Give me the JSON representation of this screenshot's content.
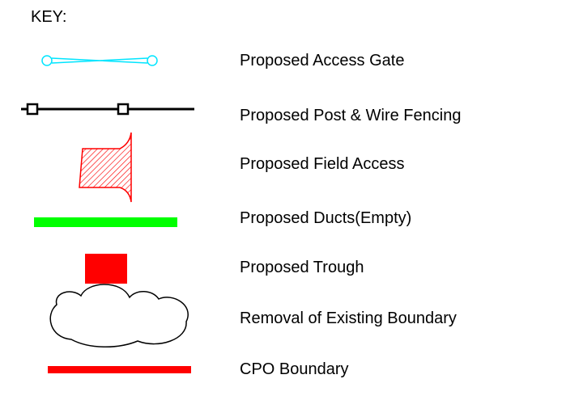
{
  "key": {
    "title": "KEY:",
    "items": [
      {
        "symbol": "access-gate-symbol",
        "color": "#00e5ff",
        "label": "Proposed Access Gate"
      },
      {
        "symbol": "post-wire-fence-symbol",
        "color": "#000000",
        "label": "Proposed Post & Wire Fencing"
      },
      {
        "symbol": "field-access-symbol",
        "color": "#ff0000",
        "label": "Proposed Field Access"
      },
      {
        "symbol": "ducts-symbol",
        "color": "#00ff00",
        "label": "Proposed Ducts(Empty)"
      },
      {
        "symbol": "trough-symbol",
        "color": "#ff0000",
        "label": "Proposed Trough"
      },
      {
        "symbol": "cloud-symbol",
        "color": "#000000",
        "label": "Removal of Existing Boundary"
      },
      {
        "symbol": "cpo-boundary-symbol",
        "color": "#ff0000",
        "label": "CPO Boundary"
      }
    ]
  }
}
